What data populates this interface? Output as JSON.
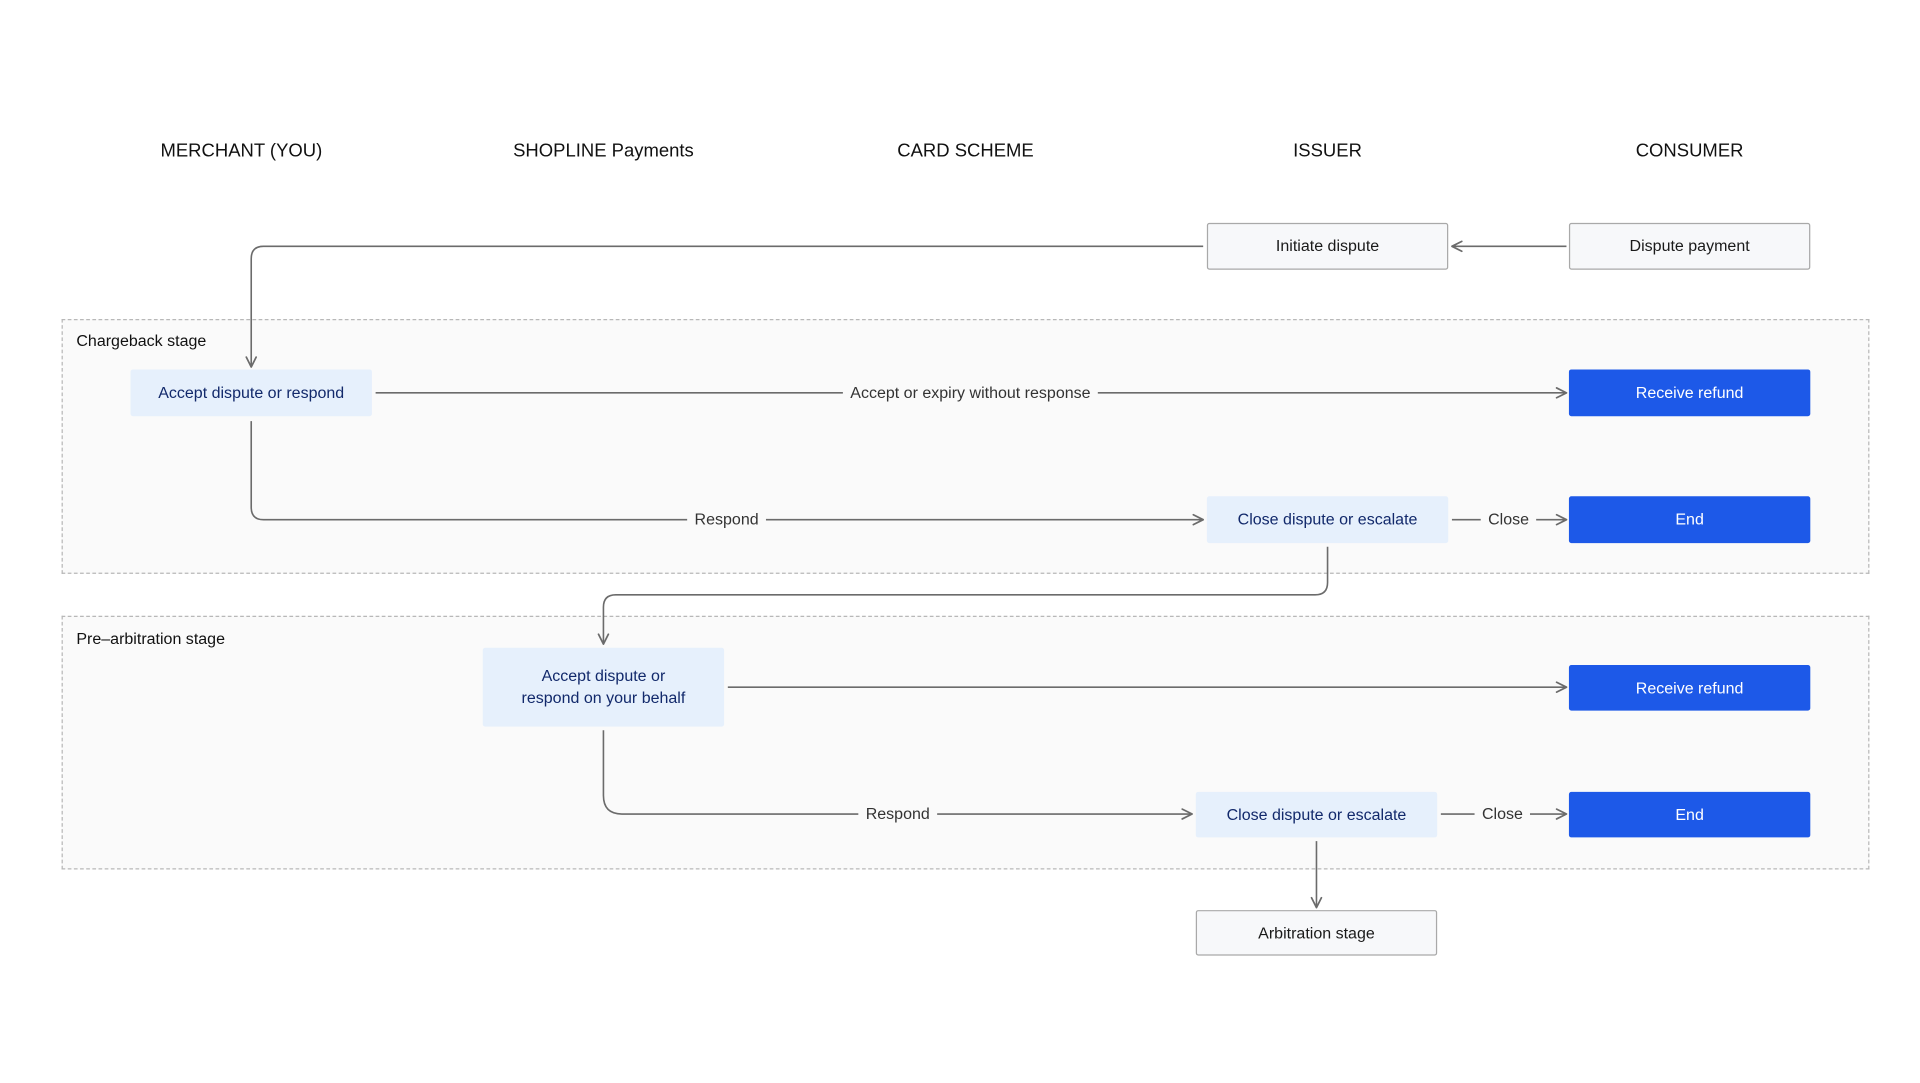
{
  "lanes": [
    "MERCHANT (YOU)",
    "SHOPLINE Payments",
    "CARD SCHEME",
    "ISSUER",
    "CONSUMER"
  ],
  "stages": {
    "chargeback": "Chargeback stage",
    "pre_arbitration": "Pre–arbitration stage"
  },
  "nodes": {
    "dispute_payment": "Dispute payment",
    "initiate_dispute": "Initiate dispute",
    "cb_accept_respond": "Accept dispute or respond",
    "cb_receive_refund": "Receive refund",
    "cb_close_escalate": "Close dispute or escalate",
    "cb_end": "End",
    "pa_accept_respond_line1": "Accept dispute or",
    "pa_accept_respond_line2": "respond on your behalf",
    "pa_receive_refund": "Receive refund",
    "pa_close_escalate": "Close dispute or escalate",
    "pa_end": "End",
    "arbitration_stage": "Arbitration stage"
  },
  "edges": {
    "cb_accept_expiry": "Accept or expiry without response",
    "cb_respond": "Respond",
    "cb_close": "Close",
    "pa_respond": "Respond",
    "pa_close": "Close"
  },
  "colors": {
    "primary": "#1d59e8",
    "light": "#e6f0fc",
    "connector": "#6b6b6b"
  }
}
